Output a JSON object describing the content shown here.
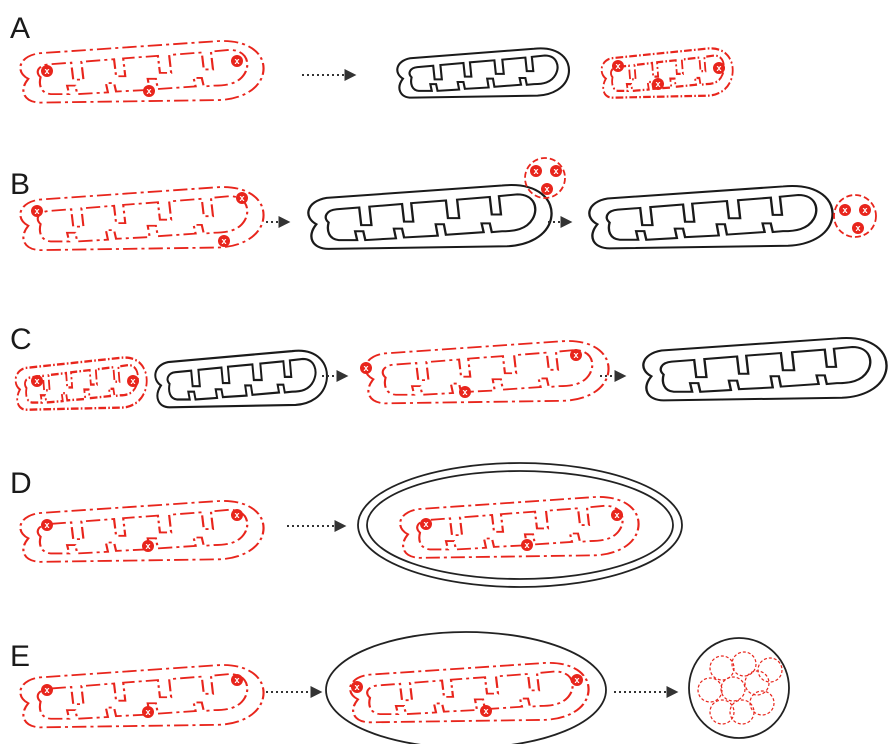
{
  "panels": [
    {
      "label": "A"
    },
    {
      "label": "B"
    },
    {
      "label": "C"
    },
    {
      "label": "D"
    },
    {
      "label": "E"
    }
  ],
  "colors": {
    "damaged": "#e8251c",
    "healthy": "#1a1a1a",
    "arrow": "#333333",
    "membrane": "#222222"
  },
  "damage_mark": "x",
  "icons": [
    "mitochondrion-damaged-icon",
    "mitochondrion-healthy-icon",
    "damage-marker-icon",
    "arrow-icon",
    "phagophore-membrane-icon",
    "lysosome-icon",
    "mitochondrial-fragment-icon"
  ]
}
